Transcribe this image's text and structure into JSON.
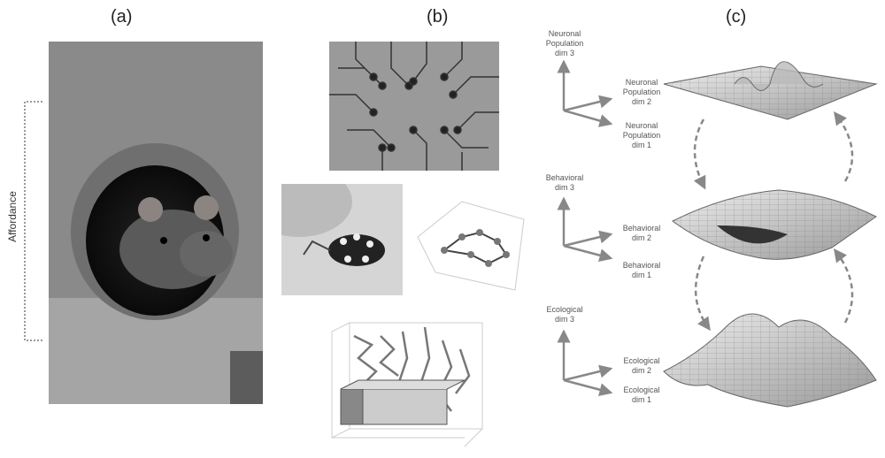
{
  "panels": {
    "a": "(a)",
    "b": "(b)",
    "c": "(c)"
  },
  "affordance_label": "Affordance",
  "axes_sets": [
    {
      "dim3": [
        "Neuronal",
        "Population",
        "dim 3"
      ],
      "dim2": [
        "Neuronal",
        "Population",
        "dim 2"
      ],
      "dim1": [
        "Neuronal",
        "Population",
        "dim 1"
      ]
    },
    {
      "dim3": [
        "Behavioral",
        "dim 3"
      ],
      "dim2": [
        "Behavioral",
        "dim 2"
      ],
      "dim1": [
        "Behavioral",
        "dim 1"
      ]
    },
    {
      "dim3": [
        "Ecological",
        "dim 3"
      ],
      "dim2": [
        "Ecological",
        "dim 2"
      ],
      "dim1": [
        "Ecological",
        "dim 1"
      ]
    }
  ]
}
